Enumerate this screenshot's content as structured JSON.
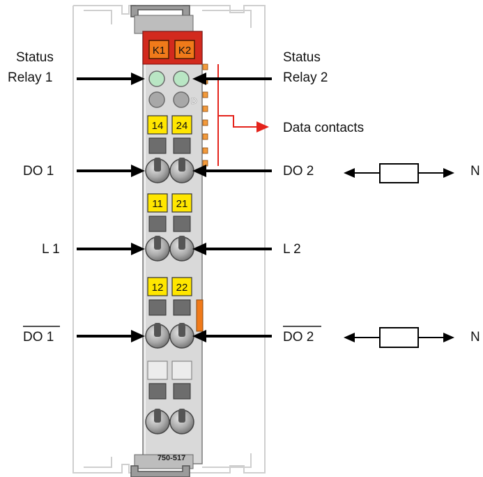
{
  "labels": {
    "status_relay1_line1": "Status",
    "status_relay1_line2": "Relay 1",
    "status_relay2_line1": "Status",
    "status_relay2_line2": "Relay 2",
    "data_contacts": "Data contacts",
    "do1": "DO 1",
    "do2": "DO 2",
    "l1": "L 1",
    "l2": "L 2",
    "do1_inv": "DO 1",
    "do2_inv": "DO 2",
    "n_top": "N",
    "n_bottom": "N"
  },
  "module": {
    "relay_k1": "K1",
    "relay_k2": "K2",
    "led_d": "D",
    "terminals": [
      "14",
      "24",
      "11",
      "21",
      "12",
      "22"
    ],
    "model": "750-517"
  },
  "colors": {
    "header_red": "#d22a1e",
    "relay_orange": "#f07a1a",
    "terminal_yellow": "#ffe600",
    "led_green": "#b9e6c4",
    "contact_orange": "#f29a3c",
    "data_line_red": "#e4231b",
    "housing_gray": "#d9d9d9",
    "arrow": "#000000"
  }
}
